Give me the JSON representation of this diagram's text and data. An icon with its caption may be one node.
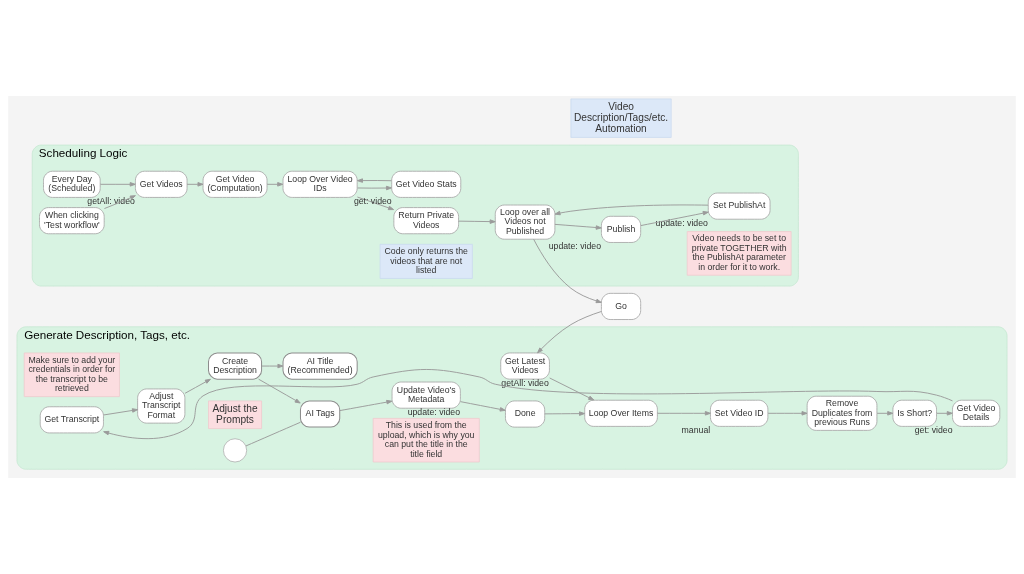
{
  "diagram": {
    "nodes": [
      {
        "text": [
          "Scheduling Logic"
        ]
      },
      {
        "text": [
          "Every Day (Scheduled)"
        ],
        "in": 0
      },
      {
        "text": [
          "When clicking 'Test workflow'"
        ],
        "in": 0
      },
      {
        "text": [
          "Get Videos"
        ],
        "beside": [
          "getAll: video"
        ],
        "in": 0
      },
      {
        "text": [
          "Get Video (Computation)"
        ],
        "in": 0
      },
      {
        "text": [
          "Loop Over Video IDs"
        ],
        "in": 0
      },
      {
        "text": [
          "Return Private Videos"
        ],
        "in": 0
      },
      {
        "text": [
          "Get Video Stats"
        ],
        "beside": [
          "get: video"
        ],
        "in": 0
      },
      {
        "text": [
          "Loop over all Videos not Published"
        ],
        "in": 0
      },
      {
        "text": [
          "Code only returns the videos that are not listed"
        ],
        "in": 0
      },
      {
        "text": [
          "Video needs to be set to private TOGETHER with the PublishAt parameter in order for it to work."
        ],
        "in": 0
      },
      {
        "text": [
          "Publish"
        ],
        "beside": [
          "update: video"
        ],
        "in": 0
      },
      {
        "text": [
          "Set PublishAt"
        ],
        "beside": [
          "update: video"
        ],
        "in": 0
      },
      {
        "text": [
          "Go"
        ]
      },
      {
        "text": [
          "Video Description/Tags/etc. Automation"
        ]
      },
      {
        "text": [
          "Generate Description, Tags, etc."
        ]
      },
      {
        "text": [
          "Get Latest Videos"
        ],
        "beside": [
          "getAll: video"
        ],
        "in": 15
      },
      {
        "text": [
          "Loop Over Items"
        ],
        "in": 15
      },
      {
        "text": [
          "Set Video ID"
        ],
        "beside": [
          "manual"
        ],
        "in": 15
      },
      {
        "text": [
          "Remove Duplicates from previous Runs"
        ],
        "in": 15
      },
      {
        "text": [
          "Is Short?"
        ],
        "in": 15
      },
      {
        "text": [
          "Get Video Details"
        ],
        "beside": [
          "get: video"
        ],
        "in": 15
      },
      {
        "text": [
          "Make sure to add your credentials in order for the transcript to be retrieved"
        ],
        "in": 15
      },
      {
        "text": [
          "Get Transcript"
        ],
        "in": 15
      },
      {
        "text": [
          "Adjust Transcript Format"
        ],
        "in": 15
      },
      {
        "text": [
          "Adjust the Prompts"
        ],
        "in": 15
      },
      {
        "text": [
          "Create Description"
        ],
        "in": 15
      },
      {
        "text": [
          "AI Tags"
        ],
        "in": 15
      },
      {
        "text": [],
        "shape": "circle",
        "in": 15
      },
      {
        "text": [
          "AI Title (Recommended)"
        ],
        "in": 15
      },
      {
        "text": [
          "This is used from the upload, which is why you can put the title in the title field"
        ],
        "in": 15
      },
      {
        "text": [
          "Update Video's Metadata"
        ],
        "beside": [
          "update: video"
        ],
        "in": 15
      },
      {
        "text": [
          "Done"
        ],
        "in": 15
      }
    ],
    "edges": [
      {
        "from": 1,
        "to": 3,
        "arrow": "to"
      },
      {
        "from": 2,
        "to": 3,
        "arrow": "to"
      },
      {
        "from": 3,
        "to": 4,
        "arrow": "to"
      },
      {
        "from": 4,
        "to": 5,
        "arrow": "to"
      },
      {
        "from": 5,
        "to": 6,
        "arrow": "to"
      },
      {
        "from": 5,
        "to": 7,
        "arrow": "to"
      },
      {
        "from": 7,
        "to": 5,
        "arrow": "to"
      },
      {
        "from": 6,
        "to": 8,
        "arrow": "to"
      },
      {
        "from": 8,
        "to": 13,
        "arrow": "to"
      },
      {
        "from": 8,
        "to": 11,
        "arrow": "to"
      },
      {
        "from": 11,
        "to": 12,
        "arrow": "to"
      },
      {
        "from": 12,
        "to": 8,
        "arrow": "to"
      },
      {
        "from": 13,
        "to": 16,
        "arrow": "to"
      },
      {
        "from": 16,
        "to": 17,
        "arrow": "to"
      },
      {
        "from": 17,
        "to": 18,
        "arrow": "to"
      },
      {
        "from": 18,
        "to": 19,
        "arrow": "to"
      },
      {
        "from": 19,
        "to": 20,
        "arrow": "to"
      },
      {
        "from": 20,
        "to": 21,
        "arrow": "to"
      },
      {
        "from": 21,
        "to": 23,
        "arrow": "to"
      },
      {
        "from": 23,
        "to": 24,
        "arrow": "to"
      },
      {
        "from": 24,
        "to": 26,
        "arrow": "to"
      },
      {
        "from": 26,
        "to": 27,
        "arrow": "to"
      },
      {
        "from": 26,
        "to": 29,
        "arrow": "to"
      },
      {
        "from": 28,
        "to": 27,
        "arrow": "none"
      },
      {
        "from": 27,
        "to": 31,
        "arrow": "to"
      },
      {
        "from": 31,
        "to": 32,
        "arrow": "to"
      },
      {
        "from": 32,
        "to": 17,
        "arrow": "to"
      }
    ]
  }
}
